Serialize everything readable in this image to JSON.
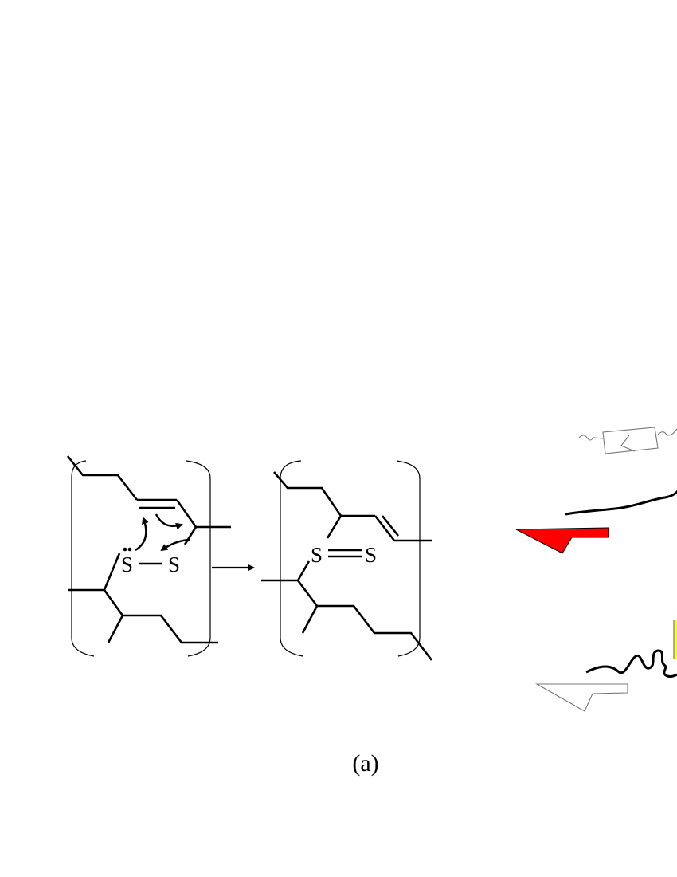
{
  "figure": {
    "caption": "(a)",
    "reactant": {
      "sulfur_left": "S",
      "sulfur_right": "S"
    },
    "product": {
      "sulfur_left": "S",
      "sulfur_right": "S"
    }
  },
  "colors": {
    "bond": "#000000",
    "red_arrow": "#ff0000",
    "yellow_mark": "#ffff00",
    "background": "#ffffff"
  }
}
